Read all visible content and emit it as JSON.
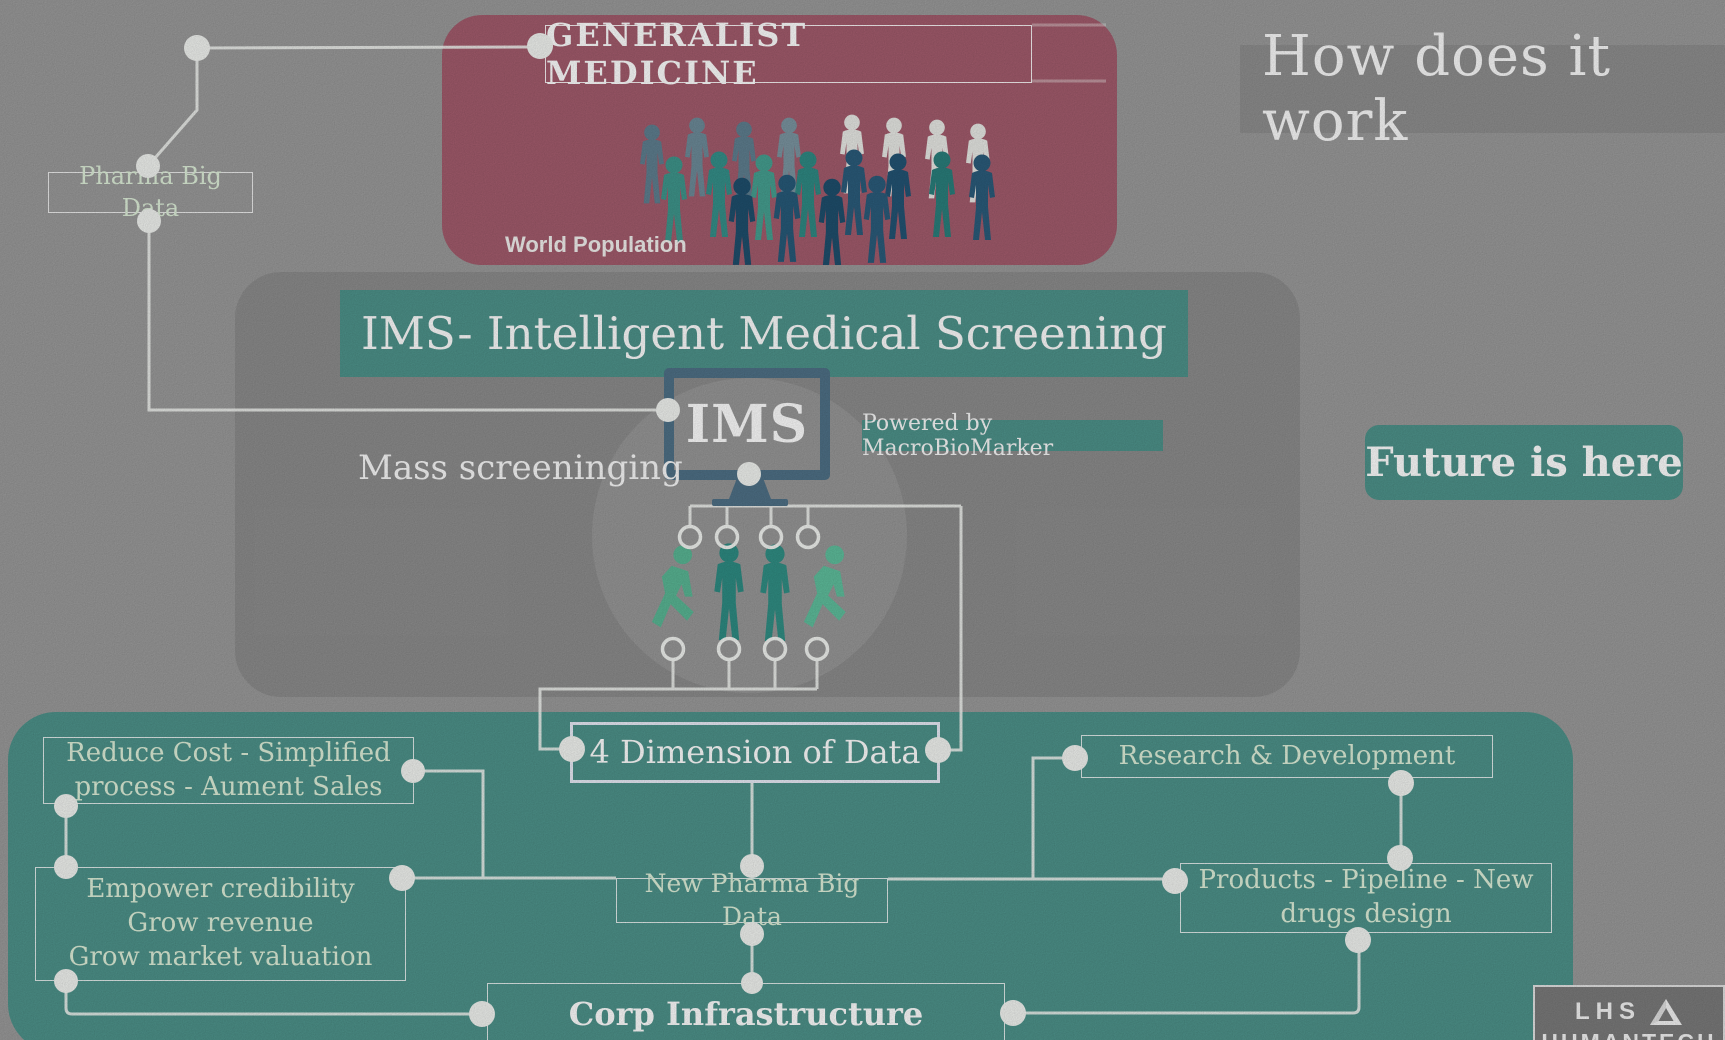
{
  "slide": {
    "heading": "How does it work"
  },
  "generalist": {
    "title": "GENERALIST MEDICINE",
    "caption": "World Population"
  },
  "pharma": {
    "label": "Pharma Big Data"
  },
  "ims": {
    "banner": "IMS- Intelligent Medical Screening",
    "monitor_label": "IMS",
    "powered_by": "Powered by MacroBioMarker",
    "mass_label": "Mass screeninging",
    "future_label": "Future is here"
  },
  "nodes": {
    "reduce": {
      "line1": "Reduce Cost - Simplified",
      "line2": "process - Aument Sales"
    },
    "empower": {
      "line1": "Empower credibility",
      "line2": "Grow revenue",
      "line3": "Grow market valuation"
    },
    "four_dim": {
      "label": "4 Dimension of Data"
    },
    "rnd": {
      "label": "Research & Development"
    },
    "new_pharma": {
      "label": "New Pharma Big Data"
    },
    "products": {
      "line1": "Products - Pipeline - New",
      "line2": "drugs design"
    },
    "corp": {
      "label": "Corp Infrastructure powered"
    }
  },
  "logo": {
    "line1": "LHS",
    "line2": "HUMANTECH"
  },
  "colors": {
    "background": "#9b9b9b",
    "teal": "#4e938b",
    "maroon": "#a35c6d",
    "panel_shadow_gray": "#8d8d8d",
    "pale_green_text": "#dff0da",
    "monitor_frame": "#4f7187",
    "figure_teal": "#2f8c83",
    "figure_mint": "#58b795",
    "figure_navy": "#2a5b78",
    "figure_steel": "#64808f",
    "connector_white": "#f3f5f2"
  }
}
